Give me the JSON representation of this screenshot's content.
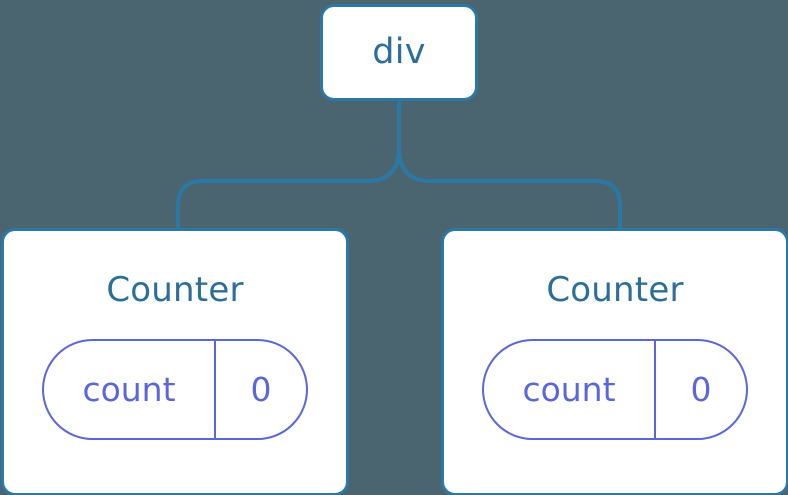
{
  "diagram": {
    "type": "component-tree",
    "background_color": "#4b6570",
    "node_border_color": "#2b78a4",
    "node_fill_color": "#ffffff",
    "node_label_color": "#2b6f99",
    "state_pill_color": "#5b67d8",
    "connector_color": "#2b78a4",
    "root": {
      "label": "div"
    },
    "children": [
      {
        "label": "Counter",
        "state": {
          "key": "count",
          "value": "0"
        }
      },
      {
        "label": "Counter",
        "state": {
          "key": "count",
          "value": "0"
        }
      }
    ]
  }
}
